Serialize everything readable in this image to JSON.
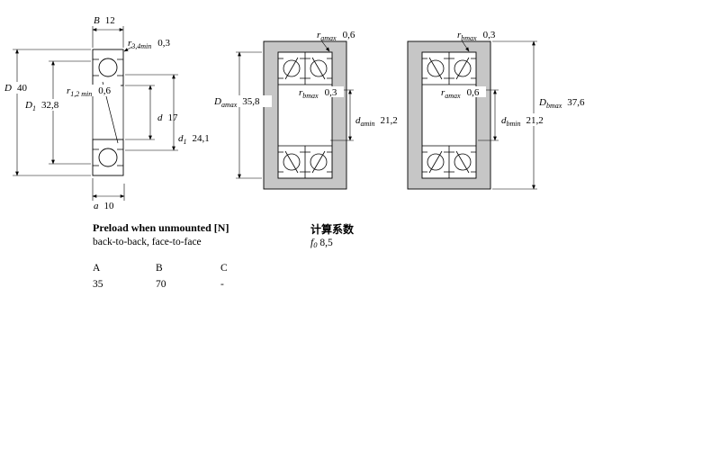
{
  "colors": {
    "shading": "#c6c6c6"
  },
  "left_view": {
    "b": {
      "pre": "B",
      "val": "12"
    },
    "r34": {
      "pre": "r",
      "sub": "3,4min",
      "val": "0,3"
    },
    "d_outer": {
      "pre": "D",
      "val": "40"
    },
    "r12": {
      "pre": "r",
      "sub": "1,2 min",
      "val": "0,6"
    },
    "d1_outer": {
      "pre": "D",
      "sub": "1",
      "val": "32,8"
    },
    "d_bore": {
      "pre": "d",
      "val": "17"
    },
    "d1_inner": {
      "pre": "d",
      "sub": "1",
      "val": "24,1"
    },
    "a": {
      "pre": "a",
      "val": "10"
    }
  },
  "back_to_back_view": {
    "ramax": {
      "pre": "r",
      "sub": "amax",
      "val": "0,6"
    },
    "rbmax": {
      "pre": "r",
      "sub": "bmax",
      "val": "0,3"
    },
    "damax": {
      "pre": "D",
      "sub": "amax",
      "val": "35,8"
    },
    "damin": {
      "pre": "d",
      "sub": "amin",
      "val": "21,2"
    }
  },
  "face_to_face_view": {
    "rbmax": {
      "pre": "r",
      "sub": "bmax",
      "val": "0,3"
    },
    "ramax": {
      "pre": "r",
      "sub": "amax",
      "val": "0,6"
    },
    "dbmax": {
      "pre": "D",
      "sub": "bmax",
      "val": "37,6"
    },
    "dbmin": {
      "pre": "d",
      "sub": "bmin",
      "val": "21,2"
    }
  },
  "preload": {
    "title": "Preload when unmounted [N]",
    "subtitle": "back-to-back, face-to-face",
    "columns": [
      "A",
      "B",
      "C"
    ],
    "values": [
      "35",
      "70",
      "-"
    ]
  },
  "calculation": {
    "title": "计算系数",
    "f0": {
      "pre": "f",
      "sub": "0",
      "val": "8,5"
    }
  }
}
